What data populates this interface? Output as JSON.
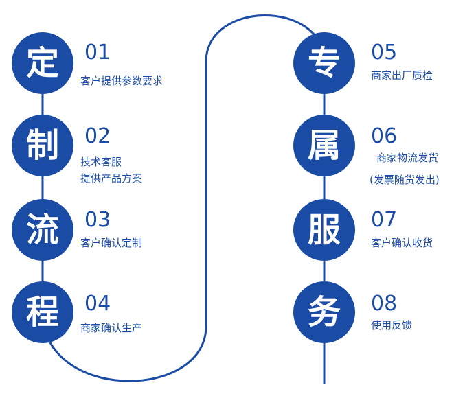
{
  "colors": {
    "primary": "#1a4ba5",
    "background": "#ffffff"
  },
  "steps": [
    {
      "char": "定",
      "num": "01",
      "lines": [
        "客户提供参数要求"
      ]
    },
    {
      "char": "制",
      "num": "02",
      "lines": [
        "技术客服",
        "提供产品方案"
      ]
    },
    {
      "char": "流",
      "num": "03",
      "lines": [
        "客户确认定制"
      ]
    },
    {
      "char": "程",
      "num": "04",
      "lines": [
        "商家确认生产"
      ]
    },
    {
      "char": "专",
      "num": "05",
      "lines": [
        "商家出厂质检"
      ]
    },
    {
      "char": "属",
      "num": "06",
      "lines": [
        "商家物流发货",
        "(发票随货发出)"
      ]
    },
    {
      "char": "服",
      "num": "07",
      "lines": [
        "客户确认收货"
      ]
    },
    {
      "char": "务",
      "num": "08",
      "lines": [
        "使用反馈"
      ]
    }
  ]
}
